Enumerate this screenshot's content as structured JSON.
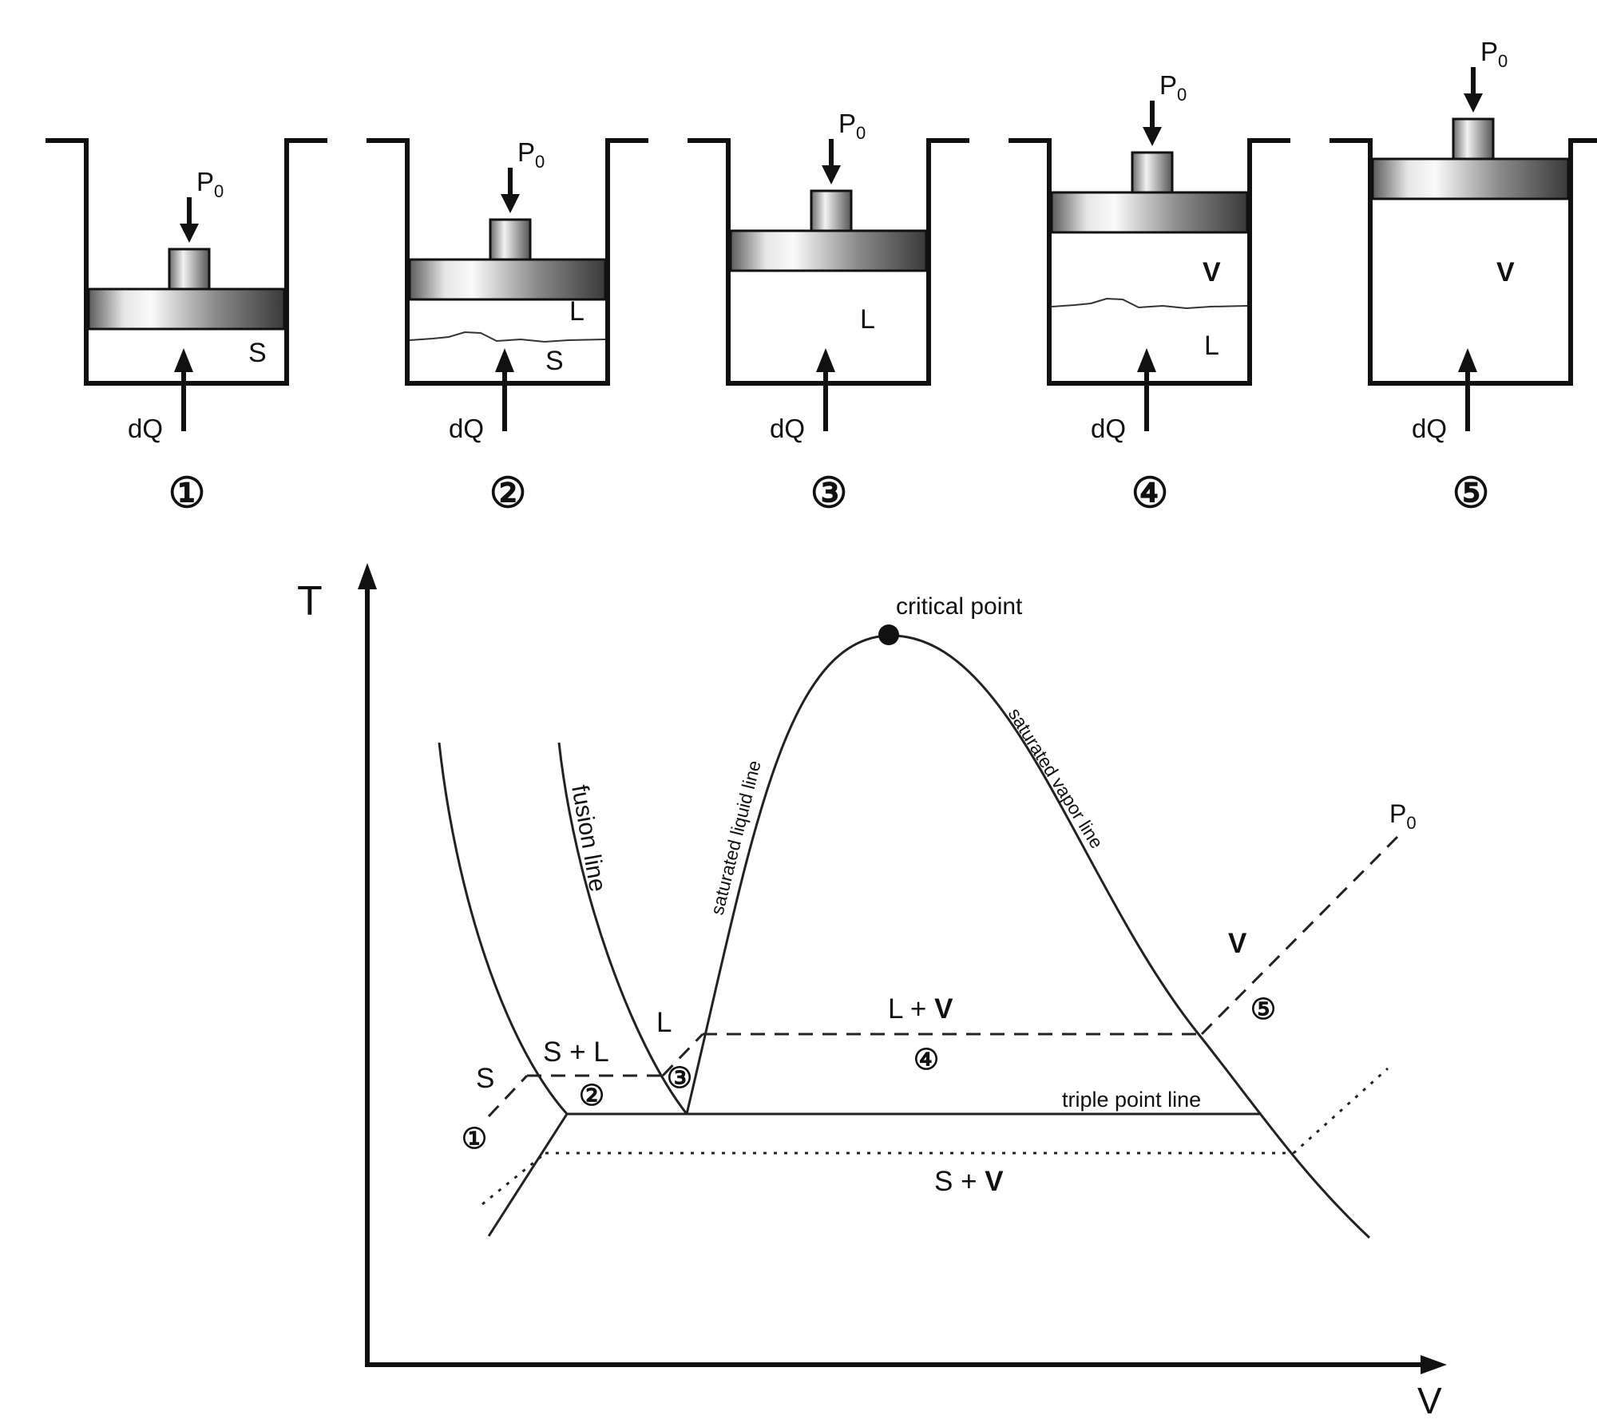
{
  "cylinders": [
    {
      "pressure_main": "P",
      "pressure_sub": "0",
      "heat_label": "dQ",
      "step_marker": "①",
      "upper_phase": "",
      "lower_phase": "S",
      "has_interface": false
    },
    {
      "pressure_main": "P",
      "pressure_sub": "0",
      "heat_label": "dQ",
      "step_marker": "②",
      "upper_phase": "L",
      "lower_phase": "S",
      "has_interface": true
    },
    {
      "pressure_main": "P",
      "pressure_sub": "0",
      "heat_label": "dQ",
      "step_marker": "③",
      "upper_phase": "",
      "lower_phase": "L",
      "has_interface": false
    },
    {
      "pressure_main": "P",
      "pressure_sub": "0",
      "heat_label": "dQ",
      "step_marker": "④",
      "upper_phase": "V",
      "lower_phase": "L",
      "has_interface": true
    },
    {
      "pressure_main": "P",
      "pressure_sub": "0",
      "heat_label": "dQ",
      "step_marker": "⑤",
      "upper_phase": "",
      "lower_phase": "V",
      "has_interface": false
    }
  ],
  "diagram": {
    "axis_y_label": "T",
    "axis_x_label": "V",
    "critical_point_label": "critical point",
    "fusion_line_label": "fusion line",
    "saturated_liquid_label": "saturated liquid line",
    "saturated_vapor_label": "saturated vapor line",
    "triple_point_label": "triple point line",
    "isobar_label_main": "P",
    "isobar_label_sub": "0",
    "region_s": "S",
    "region_sl_text": "S + L",
    "region_l": "L",
    "region_lv_prefix": "L + ",
    "region_lv_bold": "V",
    "region_v": "V",
    "region_sv_prefix": "S + ",
    "region_sv_bold": "V",
    "markers": [
      "①",
      "②",
      "③",
      "④",
      "⑤"
    ]
  }
}
